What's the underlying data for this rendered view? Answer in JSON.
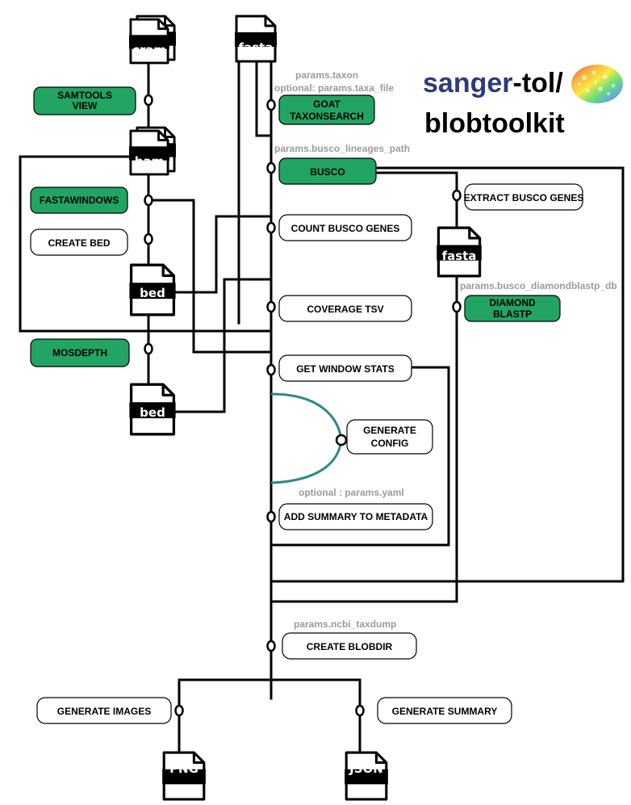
{
  "title": {
    "part1": "sanger",
    "part2": "-tol/",
    "part3": "blobtoolkit",
    "brand_color": "#2d3a7c",
    "logo": "rainbow-brain-logo"
  },
  "colors": {
    "process_green": "#22a463",
    "param_grey": "#9b9b9b",
    "curve_teal": "#2a8a85",
    "line": "#000000"
  },
  "files": {
    "cram": "cram",
    "fasta_top": "fasta",
    "bam": "bam",
    "bed1": "bed",
    "bed2": "bed",
    "fasta_busco": "fasta",
    "png": "PNG",
    "json": "JSON"
  },
  "processes": {
    "samtools_view": [
      "SAMTOOLS",
      "VIEW"
    ],
    "fastawindows": "FASTAWINDOWS",
    "create_bed": "CREATE BED",
    "mosdepth": "MOSDEPTH",
    "goat_taxonsearch": [
      "GOAT",
      "TAXONSEARCH"
    ],
    "busco": "BUSCO",
    "count_busco_genes": "COUNT BUSCO GENES",
    "coverage_tsv": "COVERAGE TSV",
    "get_window_stats": "GET WINDOW STATS",
    "generate_config": [
      "GENERATE",
      "CONFIG"
    ],
    "add_summary": "ADD SUMMARY TO METADATA",
    "extract_busco_genes": "EXTRACT BUSCO GENES",
    "diamond_blastp": [
      "DIAMOND",
      "BLASTP"
    ],
    "create_blobdir": "CREATE BLOBDIR",
    "generate_images": "GENERATE IMAGES",
    "generate_summary": "GENERATE SUMMARY"
  },
  "params": {
    "taxon": "params.taxon",
    "taxa_file": "optional: params.taxa_file",
    "busco_lineages_path": "params.busco_lineages_path",
    "busco_diamondblastp_db": "params.busco_diamondblastp_db",
    "yaml": "optional : params.yaml",
    "ncbi_taxdump": "params.ncbi_taxdump"
  }
}
